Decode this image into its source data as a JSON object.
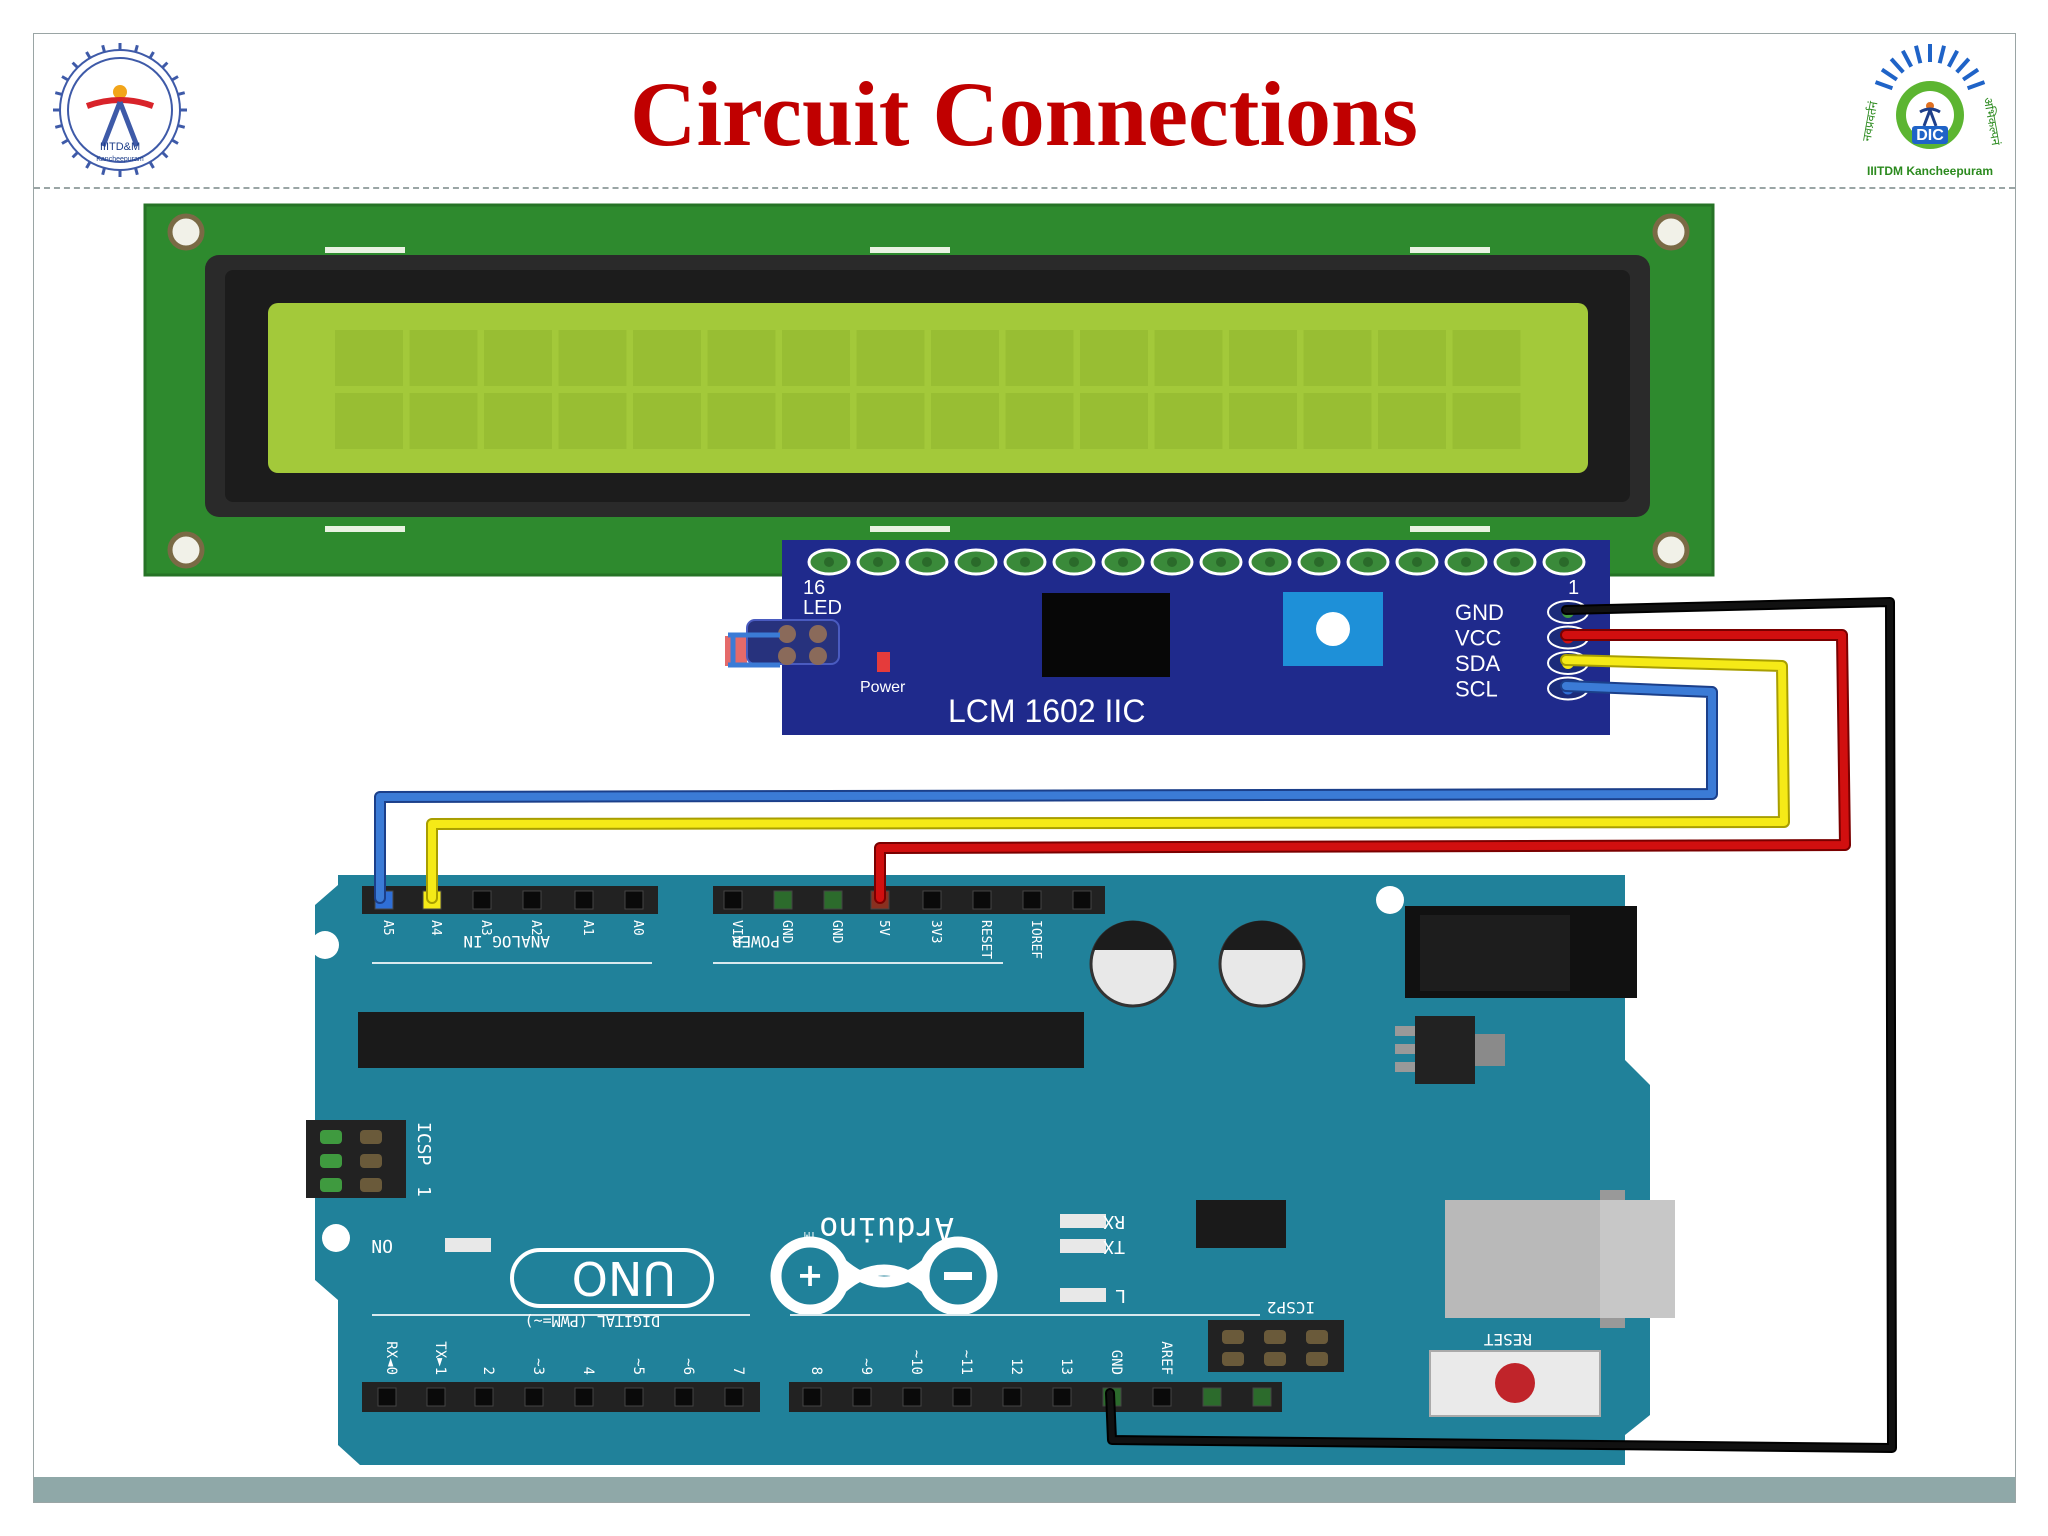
{
  "slide": {
    "title": "Circuit Connections"
  },
  "logos": {
    "left": {
      "text": "IIITD&M",
      "subtext": "Kancheepuram"
    },
    "right": {
      "text": "DIC",
      "subtext": "IIITDM Kancheepuram",
      "left_script": "नवप्रवर्तनं",
      "right_script": "अभिकल्पनं"
    }
  },
  "lcd_module": {
    "name": "LCM 1602 IIC",
    "pin_first": "16",
    "pin_last": "1",
    "led_label": "LED",
    "power_label": "Power",
    "pins": [
      "GND",
      "VCC",
      "SDA",
      "SCL"
    ]
  },
  "arduino": {
    "brand": "Arduino",
    "tm": "TM",
    "model": "UNO",
    "analog_label": "ANALOG IN",
    "analog_pins": [
      "A5",
      "A4",
      "A3",
      "A2",
      "A1",
      "A0"
    ],
    "power_label": "POWER",
    "power_pins": [
      "VIN",
      "GND",
      "GND",
      "5V",
      "3V3",
      "RESET",
      "IOREF"
    ],
    "icsp_label": "ICSP",
    "icsp2_label": "ICSP2",
    "on_label": "ON",
    "rx_label": "RX",
    "tx_label": "TX",
    "l_label": "L",
    "one_label": "1",
    "reset_label": "RESET",
    "digital_label": "DIGITAL (PWM=~)",
    "digital_pins": [
      "RX◄0",
      "TX►1",
      "2",
      "~3",
      "4",
      "~5",
      "~6",
      "7",
      "8",
      "~9",
      "~10",
      "~11",
      "12",
      "13",
      "GND",
      "AREF"
    ]
  },
  "wires": {
    "gnd_color": "#111111",
    "vcc_color": "#d10f0f",
    "sda_color": "#f5ea17",
    "scl_color": "#2f6fd6"
  }
}
